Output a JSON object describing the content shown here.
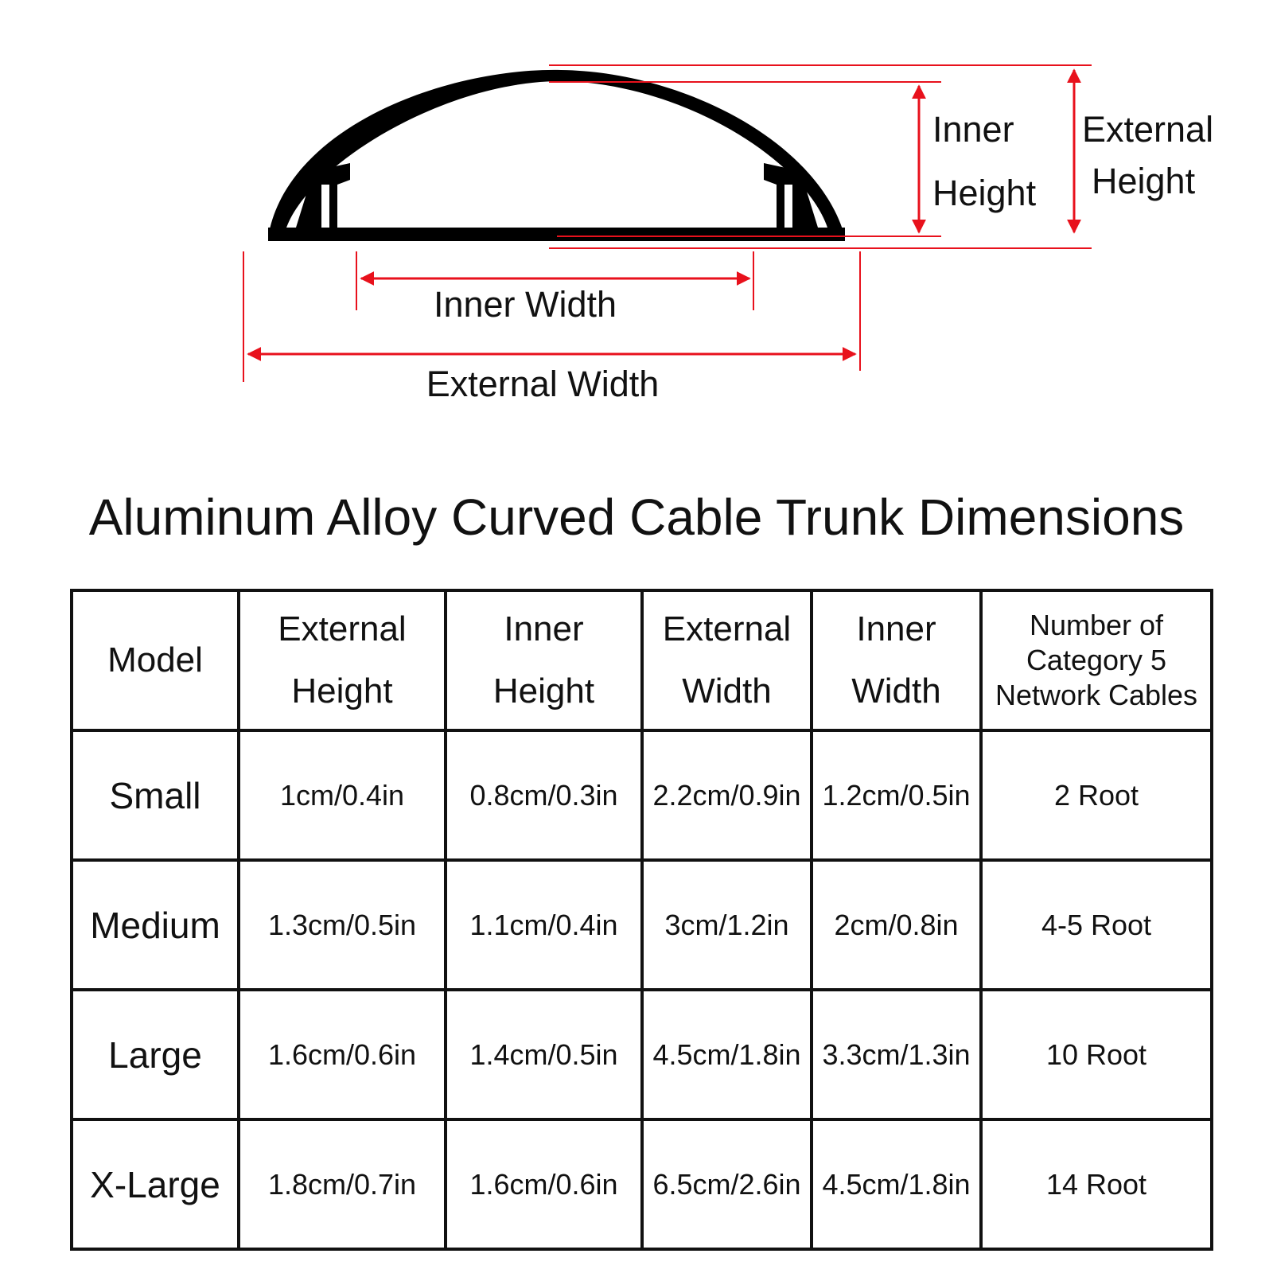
{
  "diagram": {
    "labels": {
      "inner_height_line1": "Inner",
      "inner_height_line2": "Height",
      "external_height_line1": "External",
      "external_height_line2": "Height",
      "inner_width": "Inner Width",
      "external_width": "External Width"
    },
    "colors": {
      "profile": "#000000",
      "dimension_lines": "#e8111c"
    }
  },
  "title": "Aluminum Alloy Curved Cable Trunk Dimensions",
  "table": {
    "headers": {
      "model": "Model",
      "external_height_1": "External",
      "external_height_2": "Height",
      "inner_height_1": "Inner",
      "inner_height_2": "Height",
      "external_width_1": "External",
      "external_width_2": "Width",
      "inner_width_1": "Inner",
      "inner_width_2": "Width",
      "cables_1": "Number of",
      "cables_2": "Category 5",
      "cables_3": "Network Cables"
    },
    "rows": [
      {
        "model": "Small",
        "external_height": "1cm/0.4in",
        "inner_height": "0.8cm/0.3in",
        "external_width": "2.2cm/0.9in",
        "inner_width": "1.2cm/0.5in",
        "cables": "2 Root"
      },
      {
        "model": "Medium",
        "external_height": "1.3cm/0.5in",
        "inner_height": "1.1cm/0.4in",
        "external_width": "3cm/1.2in",
        "inner_width": "2cm/0.8in",
        "cables": "4-5 Root"
      },
      {
        "model": "Large",
        "external_height": "1.6cm/0.6in",
        "inner_height": "1.4cm/0.5in",
        "external_width": "4.5cm/1.8in",
        "inner_width": "3.3cm/1.3in",
        "cables": "10 Root"
      },
      {
        "model": "X-Large",
        "external_height": "1.8cm/0.7in",
        "inner_height": "1.6cm/0.6in",
        "external_width": "6.5cm/2.6in",
        "inner_width": "4.5cm/1.8in",
        "cables": "14 Root"
      }
    ]
  }
}
